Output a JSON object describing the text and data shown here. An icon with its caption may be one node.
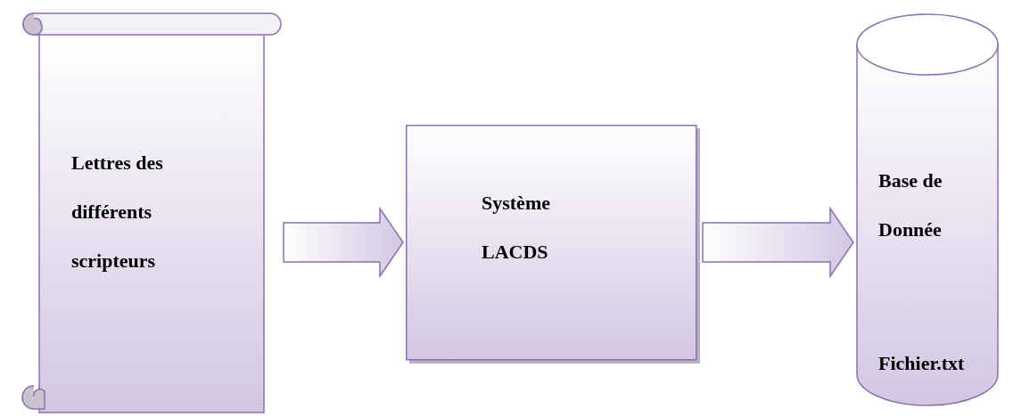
{
  "diagram": {
    "nodes": [
      {
        "text": [
          "Lettres des différents scripteurs"
        ]
      },
      {
        "text": [
          "Système",
          "LACDS"
        ]
      },
      {
        "text": [
          "Base de Donnée",
          "Fichier.txt"
        ]
      }
    ],
    "edges": [
      {
        "from": 0,
        "to": 1,
        "arrow": "to"
      },
      {
        "from": 1,
        "to": 2,
        "arrow": "to"
      }
    ]
  }
}
